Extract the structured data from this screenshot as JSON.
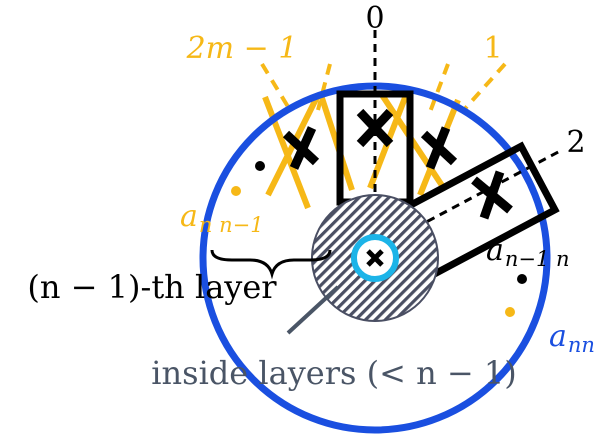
{
  "colors": {
    "outer_circle": "#1a4fe0",
    "accent": "#f6b817",
    "ink": "#000000",
    "hatch_fill": "#4a4f63",
    "inner_ring": "#1cb4e8",
    "slate_label": "#4a5566"
  },
  "labels": {
    "dir_0": "0",
    "dir_1": "1",
    "dir_2": "2",
    "dir_2m_minus_1": "2m − 1",
    "a_n_nm1": "a",
    "a_n_nm1_sub": "n n−1",
    "a_nm1_n": "a",
    "a_nm1_n_sub": "n−1 n",
    "a_nn": "a",
    "a_nn_sub": "nn",
    "layer": "(n − 1)-th layer",
    "inside": "inside layers (< n − 1)"
  },
  "icons": {
    "cross": "x-mark-icon",
    "dot": "dot-marker-icon",
    "brace": "curly-brace-icon"
  }
}
